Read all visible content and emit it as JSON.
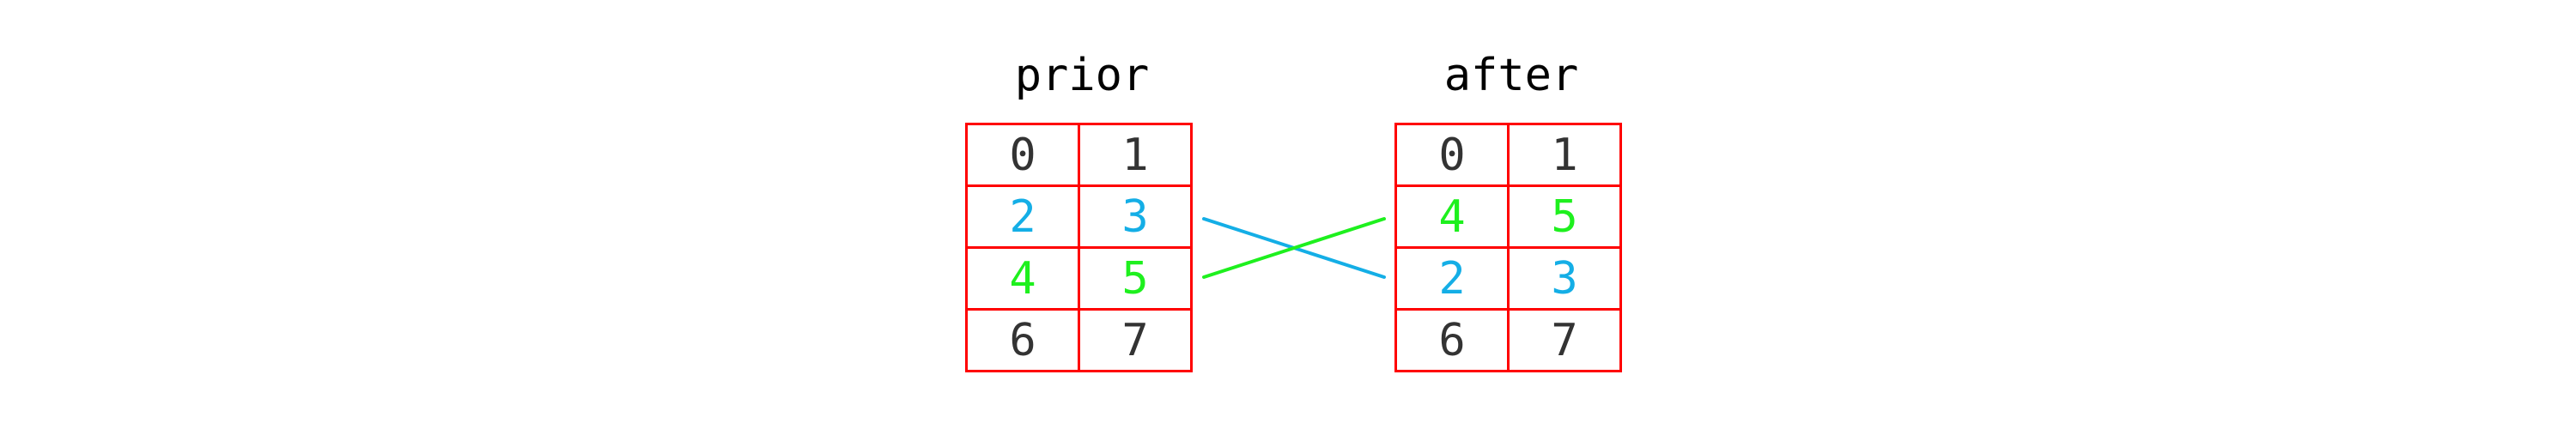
{
  "titles": {
    "prior": "prior",
    "after": "after"
  },
  "colors": {
    "border": "#ff0000",
    "text": "#333333",
    "blue": "#14aee6",
    "green": "#1ef01e"
  },
  "prior_grid": {
    "rows": [
      {
        "cells": [
          "0",
          "1"
        ],
        "color": "dark"
      },
      {
        "cells": [
          "2",
          "3"
        ],
        "color": "blue"
      },
      {
        "cells": [
          "4",
          "5"
        ],
        "color": "green"
      },
      {
        "cells": [
          "6",
          "7"
        ],
        "color": "dark"
      }
    ]
  },
  "after_grid": {
    "rows": [
      {
        "cells": [
          "0",
          "1"
        ],
        "color": "dark"
      },
      {
        "cells": [
          "4",
          "5"
        ],
        "color": "green"
      },
      {
        "cells": [
          "2",
          "3"
        ],
        "color": "blue"
      },
      {
        "cells": [
          "6",
          "7"
        ],
        "color": "dark"
      }
    ]
  },
  "swap_lines": [
    {
      "from_prior_row": 1,
      "to_after_row": 2,
      "color": "blue"
    },
    {
      "from_prior_row": 2,
      "to_after_row": 1,
      "color": "green"
    }
  ]
}
